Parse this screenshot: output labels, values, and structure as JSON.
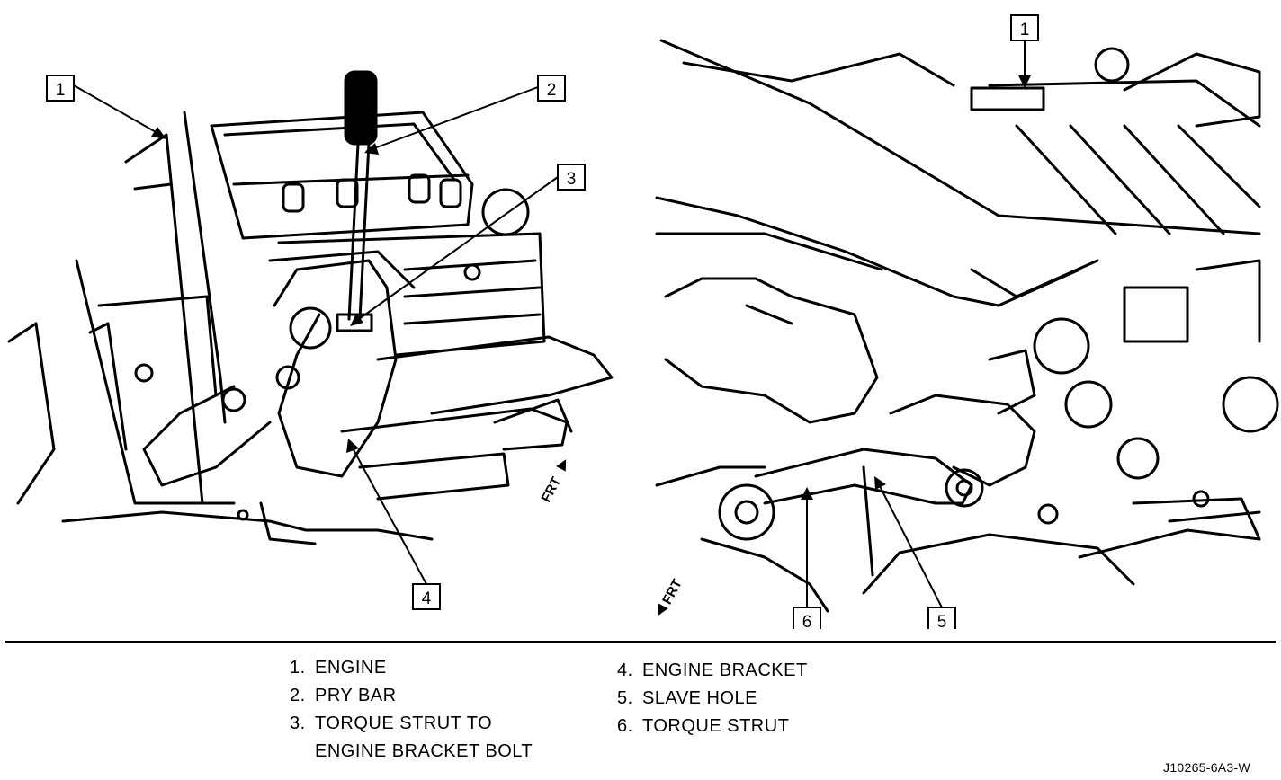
{
  "callouts_left": [
    "1",
    "2",
    "3",
    "4"
  ],
  "callouts_right": [
    "1",
    "6",
    "5"
  ],
  "direction_label": "FRT",
  "legend": {
    "left": [
      {
        "num": "1.",
        "text": "ENGINE"
      },
      {
        "num": "2.",
        "text": "PRY BAR"
      },
      {
        "num": "3.",
        "text": "TORQUE STRUT TO",
        "cont": "ENGINE BRACKET BOLT"
      }
    ],
    "right": [
      {
        "num": "4.",
        "text": "ENGINE BRACKET"
      },
      {
        "num": "5.",
        "text": "SLAVE HOLE"
      },
      {
        "num": "6.",
        "text": "TORQUE STRUT"
      }
    ]
  },
  "figure_id": "J10265-6A3-W"
}
